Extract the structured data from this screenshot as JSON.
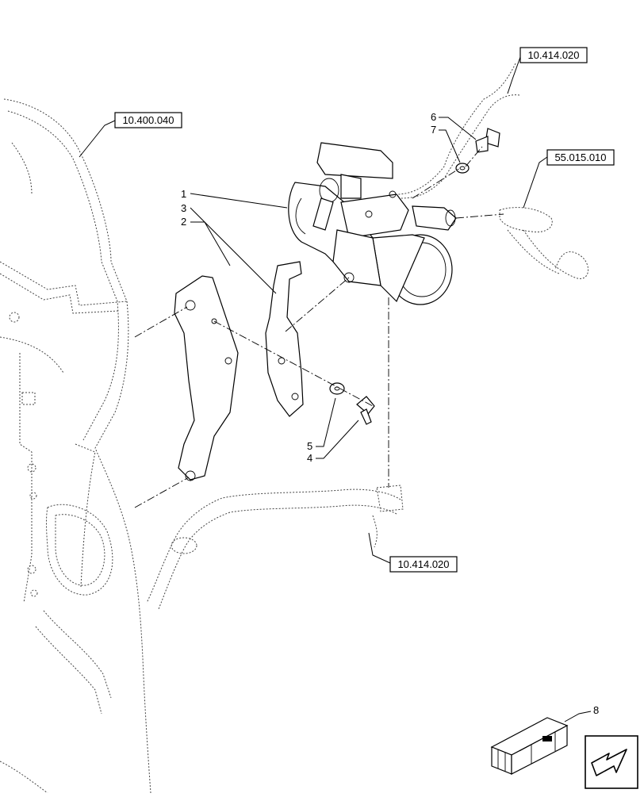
{
  "references": {
    "ref_top": "10.414.020",
    "ref_left": "10.400.040",
    "ref_right": "55.015.010",
    "ref_bottom": "10.414.020"
  },
  "callouts": {
    "c1": "1",
    "c2": "2",
    "c3": "3",
    "c4": "4",
    "c5": "5",
    "c6": "6",
    "c7": "7",
    "c8": "8"
  },
  "icons": {
    "parts_kit": "crate-icon",
    "navigation": "arrow-down-left-icon"
  }
}
